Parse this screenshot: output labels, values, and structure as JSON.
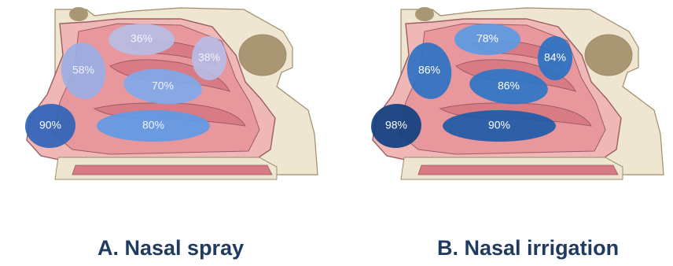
{
  "panels": [
    {
      "id": "a",
      "caption": "A. Nasal spray",
      "regions": [
        {
          "label": "36%",
          "value": 36,
          "region": "olfactory-top",
          "fill": "#b9bde6",
          "text_color": "#f2f2fb"
        },
        {
          "label": "38%",
          "value": 38,
          "region": "posterior-superior",
          "fill": "#b7bbe5",
          "text_color": "#f2f2fb"
        },
        {
          "label": "58%",
          "value": 58,
          "region": "anterior-upper",
          "fill": "#9aaee4",
          "text_color": "#eef3ff"
        },
        {
          "label": "70%",
          "value": 70,
          "region": "middle-turbinate",
          "fill": "#7fa8ea",
          "text_color": "#eef4ff"
        },
        {
          "label": "80%",
          "value": 80,
          "region": "inferior-turbinate",
          "fill": "#5f9ae6",
          "text_color": "#eef5ff"
        },
        {
          "label": "90%",
          "value": 90,
          "region": "nasal-vestibule",
          "fill": "#2f63b8",
          "text_color": "#ffffff"
        }
      ]
    },
    {
      "id": "b",
      "caption": "B. Nasal irrigation",
      "regions": [
        {
          "label": "78%",
          "value": 78,
          "region": "olfactory-top",
          "fill": "#5b99e3",
          "text_color": "#ffffff"
        },
        {
          "label": "84%",
          "value": 84,
          "region": "posterior-superior",
          "fill": "#2a72c4",
          "text_color": "#ffffff"
        },
        {
          "label": "86%",
          "value": 86,
          "region": "anterior-upper",
          "fill": "#2f72c4",
          "text_color": "#ffffff"
        },
        {
          "label": "86%",
          "value": 86,
          "region": "middle-turbinate",
          "fill": "#2f74c6",
          "text_color": "#ffffff"
        },
        {
          "label": "90%",
          "value": 90,
          "region": "inferior-turbinate",
          "fill": "#1d5aa8",
          "text_color": "#ffffff"
        },
        {
          "label": "98%",
          "value": 98,
          "region": "nasal-vestibule",
          "fill": "#103f80",
          "text_color": "#ffffff"
        }
      ]
    }
  ],
  "colors": {
    "cavity": "#e8979d",
    "cavity_dark": "#d97b85",
    "tissue": "#f0b7b7",
    "bone": "#efe6d2",
    "bone_edge": "#a08c6a",
    "sinus": "#a99774",
    "outline": "#9c5d62"
  }
}
